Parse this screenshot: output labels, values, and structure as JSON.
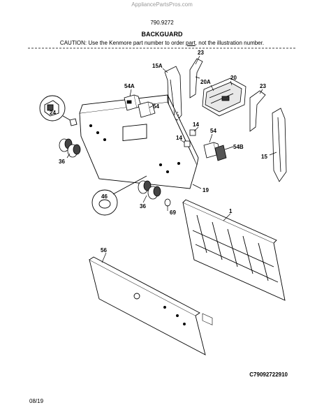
{
  "header": {
    "watermark": "AppliancePartsPros.com",
    "model_number": "790.9272",
    "section_title": "BACKGUARD",
    "caution_before": "CAUTION: Use the Kenmore part number to order ",
    "caution_part_word": "part",
    "caution_after": ", not the illustration number."
  },
  "callouts": {
    "c23a": "23",
    "c23b": "23",
    "c15a": "15A",
    "c20": "20",
    "c20a": "20A",
    "c54a": "54A",
    "c54": "54",
    "c54b": "54",
    "c24": "24",
    "c14a": "14",
    "c14b": "14",
    "c54b_label": "54B",
    "c15": "15",
    "c36a": "36",
    "c36b": "36",
    "c46": "46",
    "c69": "69",
    "c19": "19",
    "c1": "1",
    "c56": "56"
  },
  "footer": {
    "diagram_code": "C79092722910",
    "date": "08/19"
  }
}
